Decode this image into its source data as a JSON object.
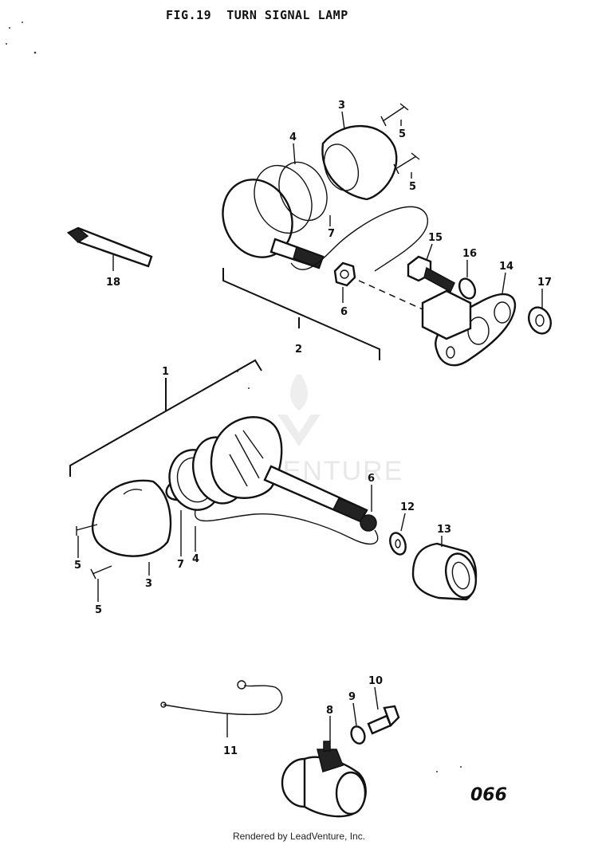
{
  "figure": {
    "title": "FIG.19  TURN SIGNAL LAMP",
    "page_number": "066",
    "credit": "Rendered by LeadVenture, Inc.",
    "watermark": "VENTURE"
  },
  "callouts": {
    "c1": "1",
    "c2": "2",
    "c3a": "3",
    "c3b": "3",
    "c4a": "4",
    "c4b": "4",
    "c5a": "5",
    "c5b": "5",
    "c5c": "5",
    "c5d": "5",
    "c6a": "6",
    "c6b": "6",
    "c7a": "7",
    "c7b": "7",
    "c8": "8",
    "c9": "9",
    "c10": "10",
    "c11": "11",
    "c12": "12",
    "c13": "13",
    "c14": "14",
    "c15": "15",
    "c16": "16",
    "c17": "17",
    "c18": "18"
  }
}
